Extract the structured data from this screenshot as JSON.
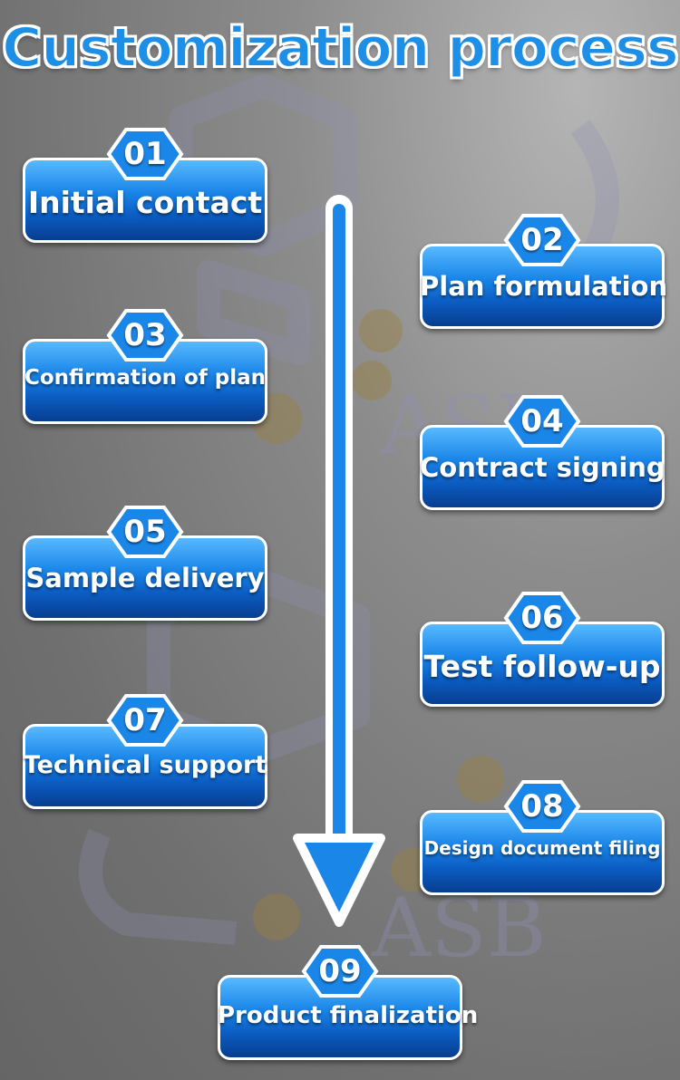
{
  "title": "Customization process",
  "watermark_text": "ASB",
  "colors": {
    "accent": "#1d8fe6",
    "box_top": "#58b9ff",
    "box_bottom": "#083e8f",
    "outline": "#ffffff",
    "background": "#7a7a7a"
  },
  "steps": [
    {
      "num": "01",
      "label": "Initial contact"
    },
    {
      "num": "02",
      "label": "Plan formulation"
    },
    {
      "num": "03",
      "label": "Confirmation of plan"
    },
    {
      "num": "04",
      "label": "Contract signing"
    },
    {
      "num": "05",
      "label": "Sample delivery"
    },
    {
      "num": "06",
      "label": "Test follow-up"
    },
    {
      "num": "07",
      "label": "Technical support"
    },
    {
      "num": "08",
      "label": "Design document filing"
    },
    {
      "num": "09",
      "label": "Product finalization"
    }
  ],
  "icons": {
    "arrow": "down-arrow-icon",
    "badge": "hexagon-icon",
    "watermark_logo": "asb-logo-icon",
    "gear": "gear-icon"
  }
}
